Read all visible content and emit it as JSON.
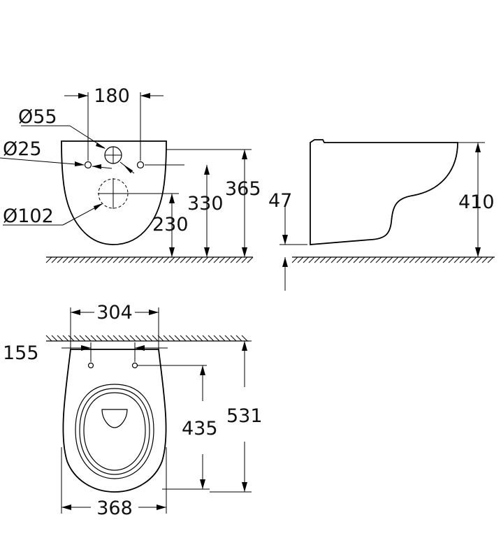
{
  "front_view": {
    "dim_hole_spacing": "180",
    "dim_pipe_diameter": "Ø55",
    "dim_fixing_diameter": "Ø25",
    "dim_outlet_diameter": "Ø102",
    "dim_outlet_height": "230",
    "dim_fixing_height": "330",
    "dim_supply_height": "365"
  },
  "side_view": {
    "dim_floor_offset": "47",
    "dim_rim_height": "410"
  },
  "top_view": {
    "dim_wall_fixing_spacing": "304",
    "dim_wall_distance": "155",
    "dim_fixing_to_front": "435",
    "dim_total_depth": "531",
    "dim_width": "368"
  }
}
